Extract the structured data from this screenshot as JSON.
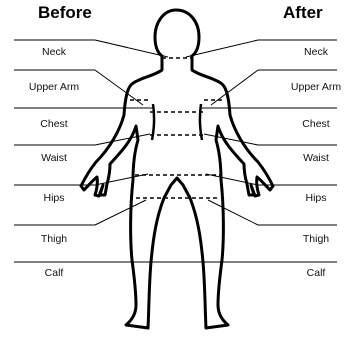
{
  "columns": {
    "before": "Before",
    "after": "After"
  },
  "measurements": [
    {
      "id": "neck",
      "label": "Neck"
    },
    {
      "id": "upper-arm",
      "label": "Upper Arm"
    },
    {
      "id": "chest",
      "label": "Chest"
    },
    {
      "id": "waist",
      "label": "Waist"
    },
    {
      "id": "hips",
      "label": "Hips"
    },
    {
      "id": "thigh",
      "label": "Thigh"
    },
    {
      "id": "calf",
      "label": "Calf"
    }
  ]
}
